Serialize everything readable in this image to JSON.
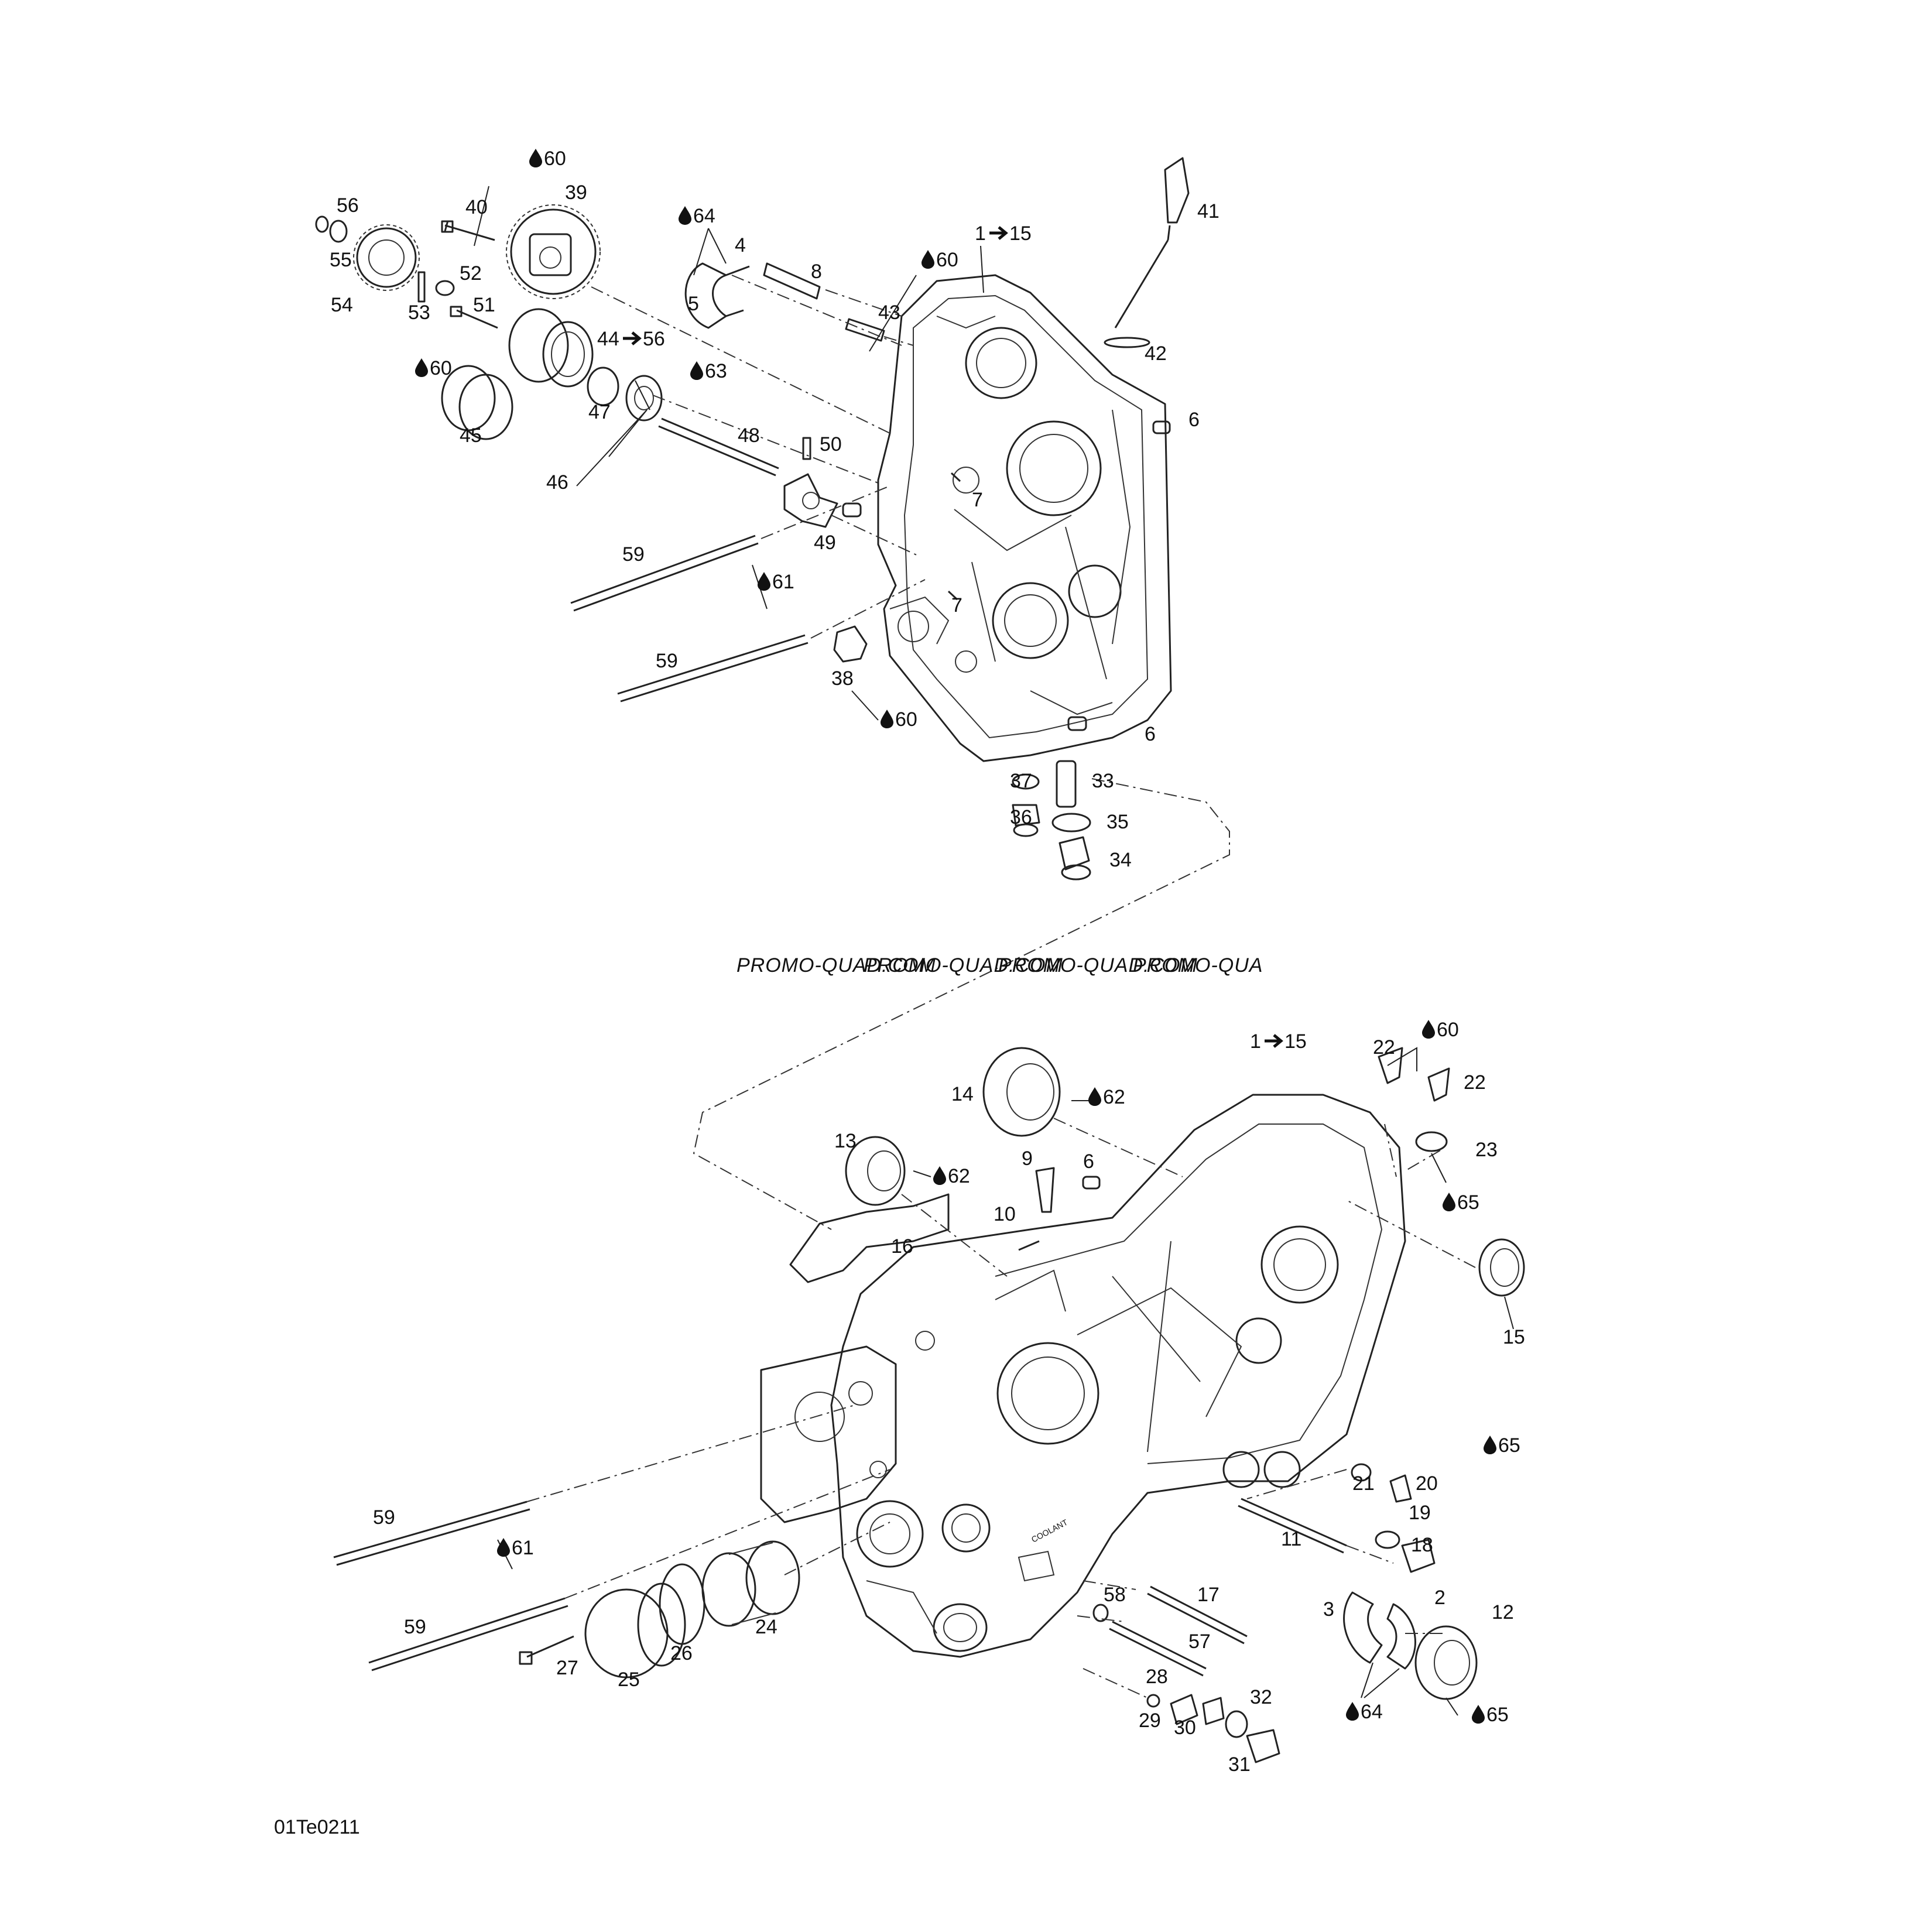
{
  "figure_code": "01Te0211",
  "watermark": [
    "PROMO-QUAD.COM",
    "PROMO-QUAD.COM",
    "PROMO-QUAD.COM",
    "PROMO-QUA"
  ],
  "icons": {
    "drop": "oil-drop-icon",
    "arrow": "right-arrow-icon"
  },
  "colors": {
    "ink": "#222222",
    "background": "#ffffff"
  },
  "labels": [
    "60",
    "56",
    "40",
    "39",
    "55",
    "54",
    "53",
    "52",
    "51",
    "60",
    "45",
    "64",
    "4",
    "5",
    "8",
    "43",
    "60",
    "1",
    "15",
    "41",
    "42",
    "44",
    "56",
    "63",
    "47",
    "46",
    "48",
    "50",
    "6",
    "7",
    "49",
    "59",
    "61",
    "59",
    "38",
    "60",
    "7",
    "6",
    "37",
    "33",
    "36",
    "35",
    "34",
    "1",
    "15",
    "60",
    "22",
    "22",
    "14",
    "62",
    "13",
    "62",
    "9",
    "6",
    "10",
    "16",
    "23",
    "65",
    "15",
    "65",
    "21",
    "20",
    "11",
    "19",
    "18",
    "2",
    "3",
    "12",
    "64",
    "65",
    "59",
    "61",
    "59",
    "27",
    "25",
    "26",
    "24",
    "17",
    "58",
    "57",
    "28",
    "29",
    "30",
    "32",
    "31"
  ]
}
